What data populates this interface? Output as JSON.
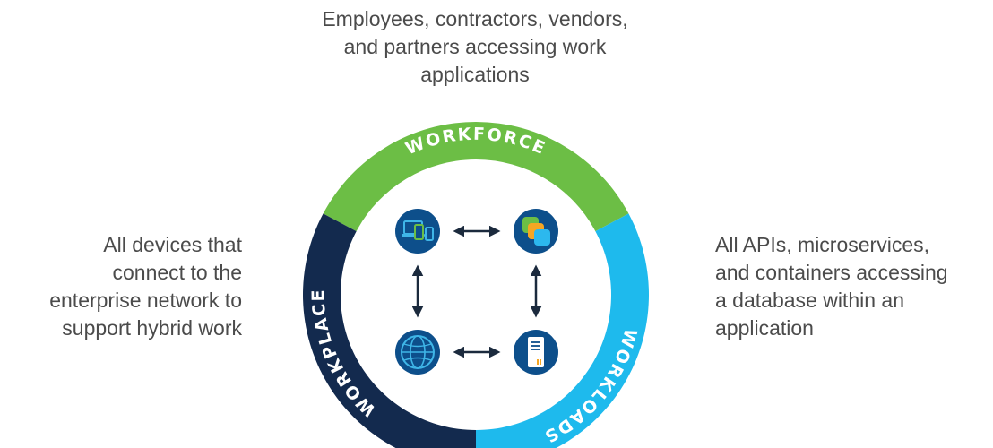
{
  "descriptions": {
    "top": [
      "Employees, contractors, vendors,",
      "and partners accessing work",
      "applications"
    ],
    "left": [
      "All devices that",
      "connect to the",
      "enterprise network to",
      "support hybrid work"
    ],
    "right": [
      "All APIs, microservices,",
      "and containers accessing",
      "a database within an",
      "application"
    ]
  },
  "segments": [
    {
      "label": "WORKFORCE",
      "color": "#6cbe45"
    },
    {
      "label": "WORKLOADS",
      "color": "#1ebaed"
    },
    {
      "label": "WORKPLACE",
      "color": "#132a4e"
    }
  ],
  "icons": [
    {
      "name": "devices-icon"
    },
    {
      "name": "applications-icon"
    },
    {
      "name": "network-globe-icon"
    },
    {
      "name": "server-icon"
    }
  ],
  "colors": {
    "icon_circle": "#0d4f8b",
    "arrow": "#1b2a3d"
  }
}
